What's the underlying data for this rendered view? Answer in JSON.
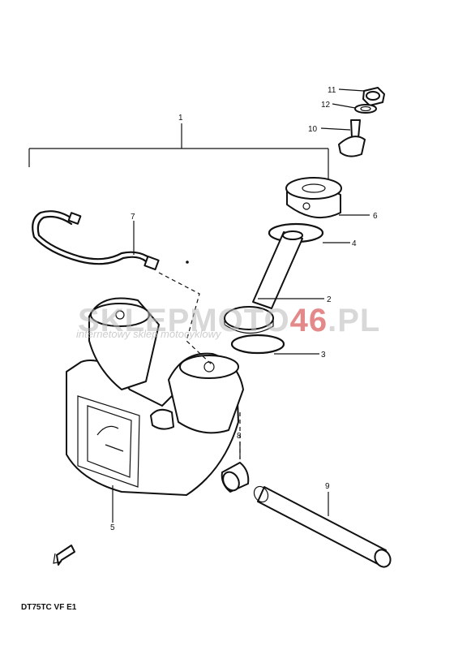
{
  "diagram": {
    "labels": {
      "p1": "1",
      "p2": "2",
      "p3": "3",
      "p4": "4",
      "p5": "5",
      "p6": "6",
      "p7": "7",
      "p8": "8",
      "p9": "9",
      "p10": "10",
      "p11": "11",
      "p12": "12"
    },
    "model_code": "DT75TC VF E1",
    "watermark": {
      "brand_left": "SKLEPMOTO",
      "brand_right": "46",
      "suffix": ".PL",
      "tagline": "internetowy sklep motocyklowy"
    }
  },
  "colors": {
    "ink": "#111111",
    "watermark_gray": "#b8b8b8",
    "watermark_red": "#d23a3a"
  }
}
